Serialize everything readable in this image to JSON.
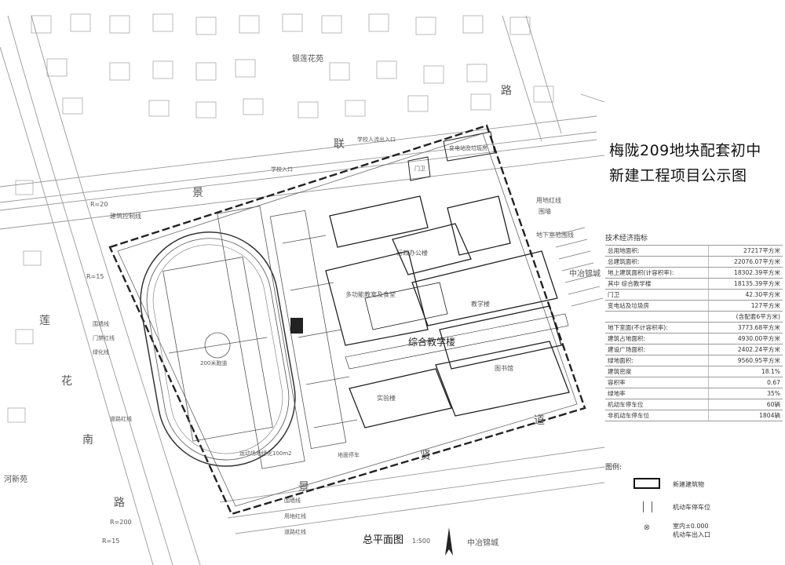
{
  "title": {
    "line1": "梅陇209地块配套初中",
    "line2": "新建工程项目公示图"
  },
  "map_labels": {
    "community": "银莲花苑",
    "road_lian": "联",
    "road_lu_top": "路",
    "road_jing": "景",
    "lianhua_1": "莲",
    "lianhua_2": "花",
    "lianhua_3": "南",
    "lianhua_4": "路",
    "jing_bottom": "景",
    "xian": "贤",
    "dao": "道",
    "track": "200米跑道",
    "school_entrance": "学校入口",
    "school_entrance2": "学校人流出入口",
    "multi_hall": "多功能教室及食堂",
    "main_building": "综合教学楼",
    "admin": "行政办公楼",
    "teaching": "教学楼",
    "lab": "实验楼",
    "library": "图书馆",
    "gate": "门卫",
    "substation": "变电站及垃圾房",
    "wall": "围墙",
    "underground": "地下室范围线",
    "boundary": "用地红线",
    "building_line": "建筑控制线",
    "neighbor_e": "中冶锦城",
    "neighbor_s": "中冶锦城",
    "river": "河新苑",
    "bottom_lines": [
      "围墙线",
      "用地红线",
      "道路红线"
    ],
    "left_lines": [
      "围墙线",
      "门禁红线",
      "绿化线"
    ],
    "road_line": "道路红线",
    "radius_r20": "R=20",
    "radius_r15": "R=15",
    "radius_r200": "R=200",
    "radius_r15b": "R=15",
    "sports_note": "运动场地绿化100m2",
    "parking": "地面停车",
    "plan_label": "总平面图",
    "scale": "1:500"
  },
  "stats": {
    "caption": "技术经济指标",
    "rows": [
      {
        "label": "总用地面积:",
        "value": "27217平方米"
      },
      {
        "label": "总建筑面积:",
        "value": "22076.07平方米"
      },
      {
        "label": "地上建筑面积(计容积率):",
        "value": "18302.39平方米"
      },
      {
        "label": "其中  综合教学楼",
        "value": "18135.39平方米"
      },
      {
        "label": "门卫",
        "value": "42.30平方米"
      },
      {
        "label": "变电站及垃圾房",
        "value": "127平方米"
      },
      {
        "label": "",
        "value": "(含配套6平方米)"
      },
      {
        "label": "地下室面(不计容积率):",
        "value": "3773.68平方米"
      },
      {
        "label": "建筑占地面积:",
        "value": "4930.00平方米"
      },
      {
        "label": "建设广场面积:",
        "value": "2402.24平方米"
      },
      {
        "label": "绿地面积:",
        "value": "9560.95平方米"
      },
      {
        "label": "建筑密度",
        "value": "18.1%"
      },
      {
        "label": "容积率",
        "value": "0.67"
      },
      {
        "label": "绿地率",
        "value": "35%"
      },
      {
        "label": "机动车停车位",
        "value": "60辆"
      },
      {
        "label": "非机动车停车位",
        "value": "1804辆"
      }
    ]
  },
  "legend": {
    "caption": "图例:",
    "items": [
      {
        "label": "新建建筑物"
      },
      {
        "label": "机动车停车位"
      },
      {
        "label": "室内±0.000",
        "label2": "机动车出入口"
      }
    ]
  }
}
